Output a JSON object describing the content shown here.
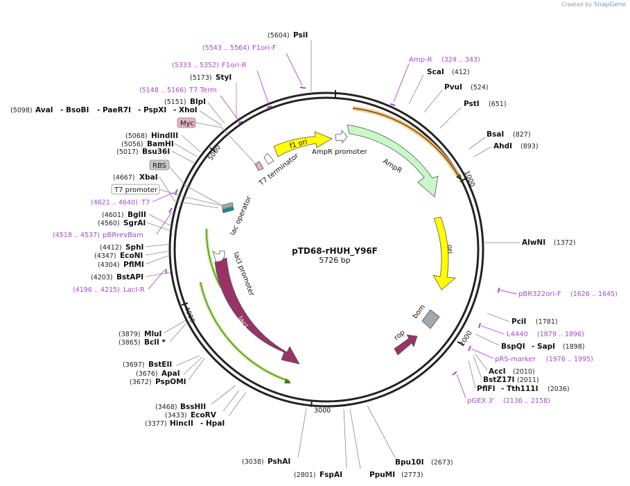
{
  "watermark": {
    "prefix": "Created by",
    "brand": "SnapGene"
  },
  "plasmid": {
    "name": "pTD68-rHUH_Y96F",
    "length_label": "5726 bp",
    "length": 5726
  },
  "ticks": [
    "1000",
    "2000",
    "3000",
    "4000",
    "5000"
  ],
  "colors": {
    "primer": "#a64ac9",
    "ampr": "#c8f7c8",
    "ori": "#ffff00",
    "laci": "#993366",
    "rop": "#993366",
    "f1ori": "#ffff00",
    "bom": "#a0a8b0",
    "laci_promoter": "#ffffff",
    "ampr_promoter": "#ffffff"
  },
  "enzymes": [
    {
      "name": "PsiI",
      "pos": "(5604)"
    },
    {
      "name": "ScaI",
      "pos": "(412)"
    },
    {
      "name": "PvuI",
      "pos": "(524)"
    },
    {
      "name": "PstI",
      "pos": "(651)"
    },
    {
      "name": "BsaI",
      "pos": "(827)"
    },
    {
      "name": "AhdI",
      "pos": "(893)"
    },
    {
      "name": "AlwNI",
      "pos": "(1372)"
    },
    {
      "name": "PciI",
      "pos": "(1781)"
    },
    {
      "name": "BspQI",
      "pos": ""
    },
    {
      "name": "- SapI",
      "pos": "(1898)"
    },
    {
      "name": "AccI",
      "pos": "(2010)"
    },
    {
      "name": "BstZ17I",
      "pos": "(2011)"
    },
    {
      "name": "PflFI",
      "pos": ""
    },
    {
      "name": "- Tth111I",
      "pos": "(2036)"
    },
    {
      "name": "Bpu10I",
      "pos": "(2673)"
    },
    {
      "name": "PpuMI",
      "pos": "(2773)"
    },
    {
      "name": "FspAI",
      "pos": "(2801)"
    },
    {
      "name": "PshAI",
      "pos": "(3038)"
    },
    {
      "name": "HincII",
      "pos": "(3377)"
    },
    {
      "name": "- HpaI",
      "pos": ""
    },
    {
      "name": "EcoRV",
      "pos": "(3433)"
    },
    {
      "name": "BssHII",
      "pos": "(3468)"
    },
    {
      "name": "PspOMI",
      "pos": "(3672)"
    },
    {
      "name": "ApaI",
      "pos": "(3676)"
    },
    {
      "name": "BstEII",
      "pos": "(3697)"
    },
    {
      "name": "BclI *",
      "pos": "(3865)"
    },
    {
      "name": "MluI",
      "pos": "(3879)"
    },
    {
      "name": "BstAPI",
      "pos": "(4203)"
    },
    {
      "name": "PflMI",
      "pos": "(4304)"
    },
    {
      "name": "EcoNI",
      "pos": "(4347)"
    },
    {
      "name": "SphI",
      "pos": "(4412)"
    },
    {
      "name": "SgrAI",
      "pos": "(4560)"
    },
    {
      "name": "BglII",
      "pos": "(4601)"
    },
    {
      "name": "XbaI",
      "pos": "(4667)"
    },
    {
      "name": "Bsu36I",
      "pos": "(5017)"
    },
    {
      "name": "BamHI",
      "pos": "(5056)"
    },
    {
      "name": "HindIII",
      "pos": "(5068)"
    },
    {
      "name": "AvaI",
      "pos": "(5098)"
    },
    {
      "name": "- BsoBI",
      "pos": ""
    },
    {
      "name": "- PaeR7I",
      "pos": ""
    },
    {
      "name": "- PspXI",
      "pos": ""
    },
    {
      "name": "- XhoI",
      "pos": ""
    },
    {
      "name": "BlpI",
      "pos": "(5151)"
    },
    {
      "name": "StyI",
      "pos": "(5173)"
    }
  ],
  "primers": [
    {
      "name": "F1ori-F",
      "pos": "(5543 .. 5564)"
    },
    {
      "name": "F1ori-R",
      "pos": "(5333 .. 5352)"
    },
    {
      "name": "T7 Term",
      "pos": "(5148 .. 5166)"
    },
    {
      "name": "Amp-R",
      "pos": "(324 .. 343)"
    },
    {
      "name": "pBR322ori-F",
      "pos": "(1626 .. 1645)"
    },
    {
      "name": "L4440",
      "pos": "(1879 .. 1896)"
    },
    {
      "name": "pRS-marker",
      "pos": "(1976 .. 1995)"
    },
    {
      "name": "pGEX 3'",
      "pos": "(2136 .. 2158)"
    },
    {
      "name": "T7",
      "pos": "(4621 .. 4640)"
    },
    {
      "name": "pBRrevBam",
      "pos": "(4518 .. 4537)"
    },
    {
      "name": "LacI-R",
      "pos": "(4196 .. 4215)"
    }
  ],
  "boxed_labels": [
    "Myc",
    "RBS",
    "T7 promoter"
  ],
  "features": [
    {
      "name": "f1 ori"
    },
    {
      "name": "AmpR promoter"
    },
    {
      "name": "AmpR"
    },
    {
      "name": "ori"
    },
    {
      "name": "bom"
    },
    {
      "name": "rop"
    },
    {
      "name": "lacI"
    },
    {
      "name": "lacI promoter"
    },
    {
      "name": "lac operator"
    },
    {
      "name": "T7 terminator"
    }
  ]
}
